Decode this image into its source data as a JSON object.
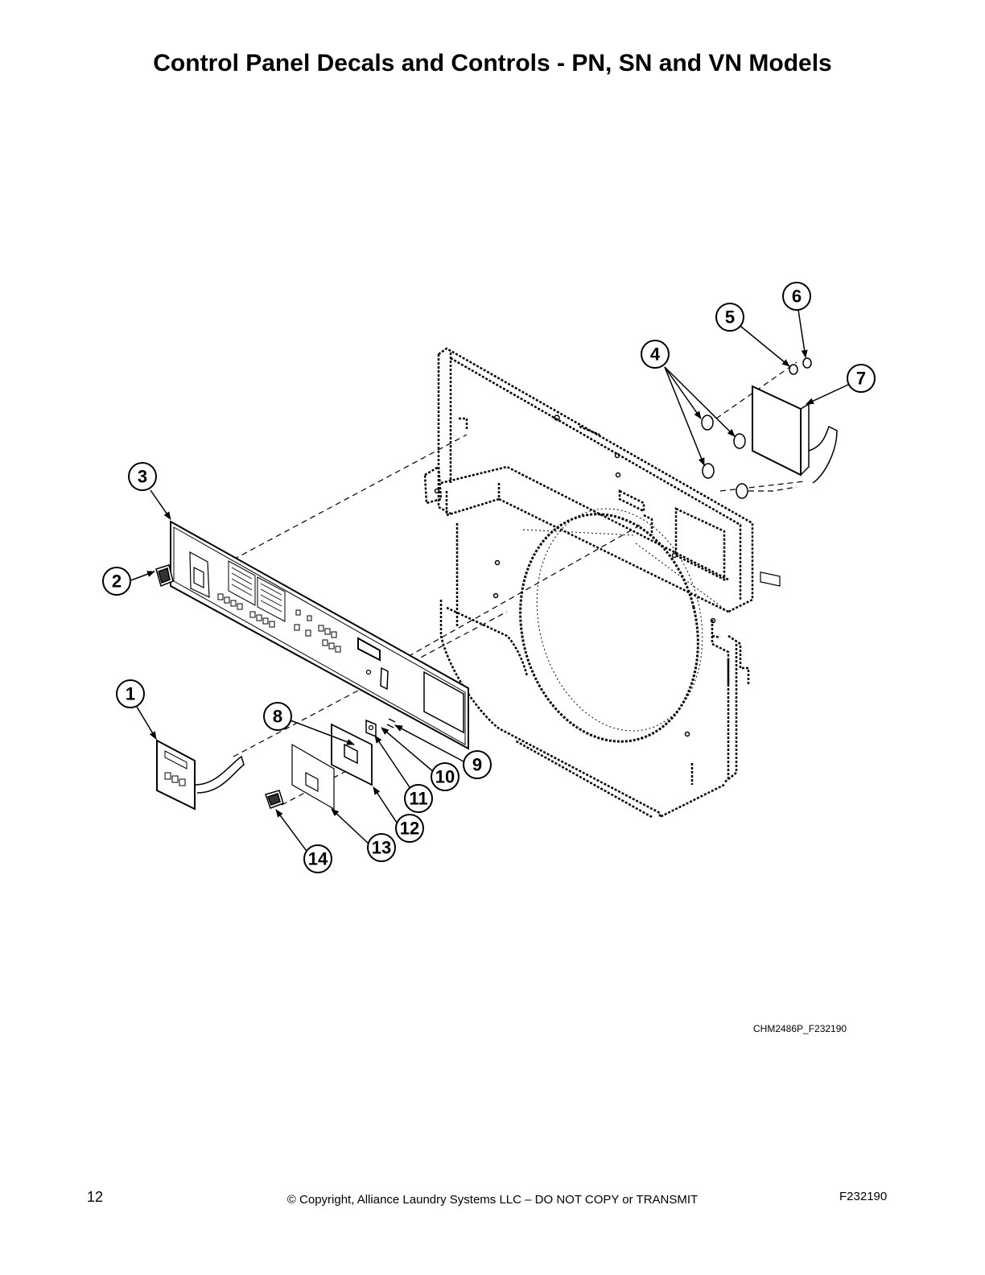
{
  "page": {
    "title": "Control Panel Decals and Controls - PN, SN and VN Models",
    "figure_id": "CHM2486P_F232190",
    "page_number": "12",
    "copyright": "© Copyright, Alliance Laundry Systems LLC – DO NOT COPY or TRANSMIT",
    "document_id": "F232190"
  },
  "callouts": [
    "1",
    "2",
    "3",
    "4",
    "5",
    "6",
    "7",
    "8",
    "9",
    "10",
    "11",
    "12",
    "13",
    "14"
  ]
}
